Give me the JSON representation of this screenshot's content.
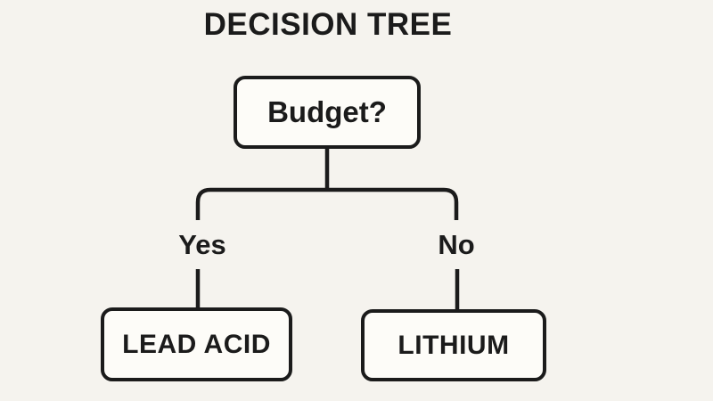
{
  "title": "DECISION TREE",
  "colors": {
    "background": "#f5f3ee",
    "line": "#1b1b1b",
    "box_fill": "#fdfcf8",
    "text": "#1b1b1b"
  },
  "tree": {
    "root": {
      "label": "Budget?"
    },
    "branches": [
      {
        "label": "Yes",
        "result": "LEAD ACID"
      },
      {
        "label": "No",
        "result": "LITHIUM"
      }
    ]
  }
}
